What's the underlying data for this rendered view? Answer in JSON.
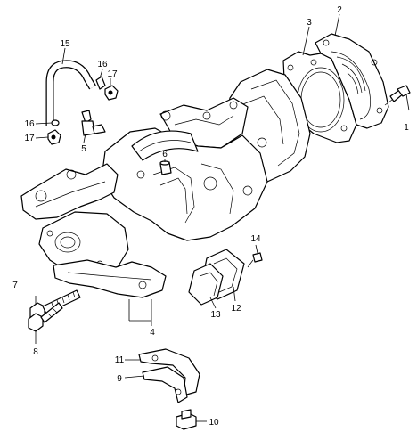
{
  "labels": {
    "p1": "1",
    "p2": "2",
    "p3": "3",
    "p4": "4",
    "p5": "5",
    "p6": "6",
    "p7": "7",
    "p8": "8",
    "p9": "9",
    "p10": "10",
    "p11": "11",
    "p12": "12",
    "p13": "13",
    "p14": "14",
    "p15": "15",
    "p16a": "16",
    "p16b": "16",
    "p17a": "17",
    "p17b": "17"
  }
}
